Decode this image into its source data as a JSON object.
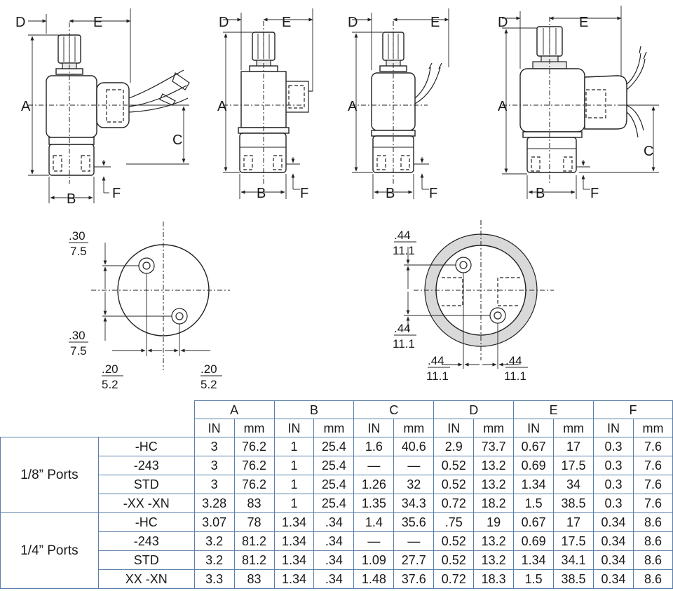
{
  "views": {
    "letters": {
      "a": "A",
      "b": "B",
      "c": "C",
      "d": "D",
      "e": "E",
      "f": "F"
    }
  },
  "port_views": {
    "eighth": {
      "top": {
        "in": ".30",
        "mm": "7.5"
      },
      "bottom": {
        "in": ".30",
        "mm": "7.5"
      },
      "left": {
        "in": ".20",
        "mm": "5.2"
      },
      "right": {
        "in": ".20",
        "mm": "5.2"
      }
    },
    "quarter": {
      "top": {
        "in": ".44",
        "mm": "11.1"
      },
      "bottom": {
        "in": ".44",
        "mm": "11.1"
      },
      "left": {
        "in": ".44",
        "mm": "11.1"
      },
      "right": {
        "in": ".44",
        "mm": "11.1"
      }
    }
  },
  "table": {
    "dims": [
      "A",
      "B",
      "C",
      "D",
      "E",
      "F"
    ],
    "units": [
      "IN",
      "mm"
    ],
    "groups": [
      {
        "label": "1/8” Ports",
        "rows": [
          {
            "model": "-HC",
            "values": [
              "3",
              "76.2",
              "1",
              "25.4",
              "1.6",
              "40.6",
              "2.9",
              "73.7",
              "0.67",
              "17",
              "0.3",
              "7.6"
            ]
          },
          {
            "model": "-243",
            "values": [
              "3",
              "76.2",
              "1",
              "25.4",
              "—",
              "—",
              "0.52",
              "13.2",
              "0.69",
              "17.5",
              "0.3",
              "7.6"
            ]
          },
          {
            "model": "STD",
            "values": [
              "3",
              "76.2",
              "1",
              "25.4",
              "1.26",
              "32",
              "0.52",
              "13.2",
              "1.34",
              "34",
              "0.3",
              "7.6"
            ]
          },
          {
            "model": "-XX -XN",
            "values": [
              "3.28",
              "83",
              "1",
              "25.4",
              "1.35",
              "34.3",
              "0.72",
              "18.2",
              "1.5",
              "38.5",
              "0.3",
              "7.6"
            ]
          }
        ]
      },
      {
        "label": "1/4” Ports",
        "rows": [
          {
            "model": "-HC",
            "values": [
              "3.07",
              "78",
              "1.34",
              ".34",
              "1.4",
              "35.6",
              ".75",
              "19",
              "0.67",
              "17",
              "0.34",
              "8.6"
            ]
          },
          {
            "model": "-243",
            "values": [
              "3.2",
              "81.2",
              "1.34",
              ".34",
              "—",
              "—",
              "0.52",
              "13.2",
              "0.69",
              "17.5",
              "0.34",
              "8.6"
            ]
          },
          {
            "model": "STD",
            "values": [
              "3.2",
              "81.2",
              "1.34",
              ".34",
              "1.09",
              "27.7",
              "0.52",
              "13.2",
              "1.34",
              "34.1",
              "0.34",
              "8.6"
            ]
          },
          {
            "model": "XX -XN",
            "values": [
              "3.3",
              "83",
              "1.34",
              ".34",
              "1.48",
              "37.6",
              "0.72",
              "18.3",
              "1.5",
              "38.5",
              "0.34",
              "8.6"
            ]
          }
        ]
      }
    ]
  }
}
